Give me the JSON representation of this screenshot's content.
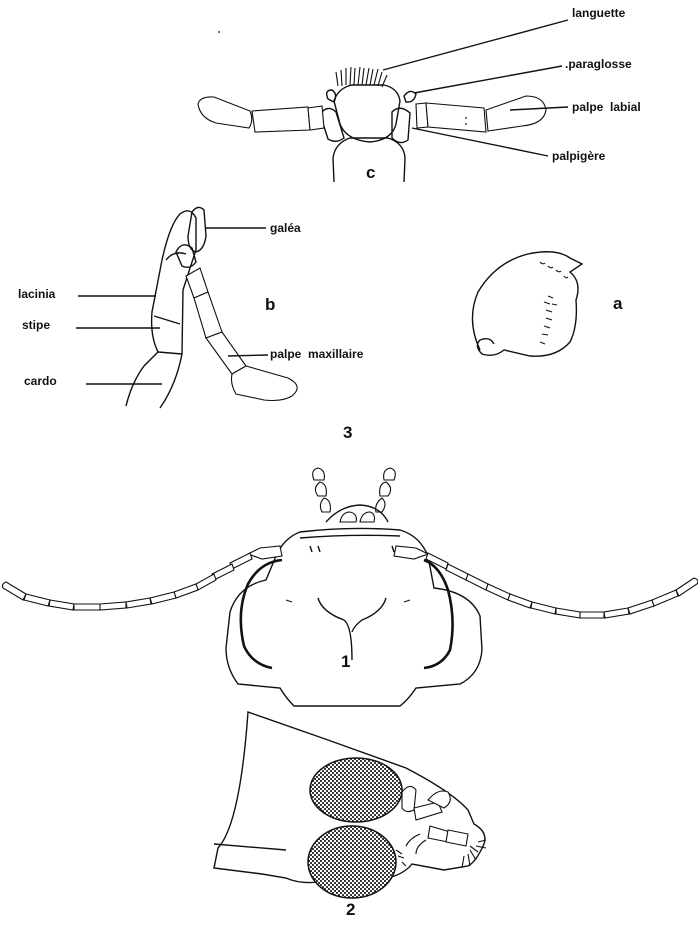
{
  "figure_3": {
    "number": "3",
    "panel_c": {
      "letter": "c",
      "labels": {
        "languette": "languette",
        "paraglosse": ".paraglosse",
        "palpe_labial": "palpe  labial",
        "palpigere": "palpigère"
      }
    },
    "panel_b": {
      "letter": "b",
      "labels": {
        "galea": "galéa",
        "lacinia": "lacinia",
        "stipe": "stipe",
        "cardo": "cardo",
        "palpe_maxillaire": "palpe  maxillaire"
      }
    },
    "panel_a": {
      "letter": "a"
    }
  },
  "figure_1": {
    "number": "1"
  },
  "figure_2": {
    "number": "2"
  }
}
